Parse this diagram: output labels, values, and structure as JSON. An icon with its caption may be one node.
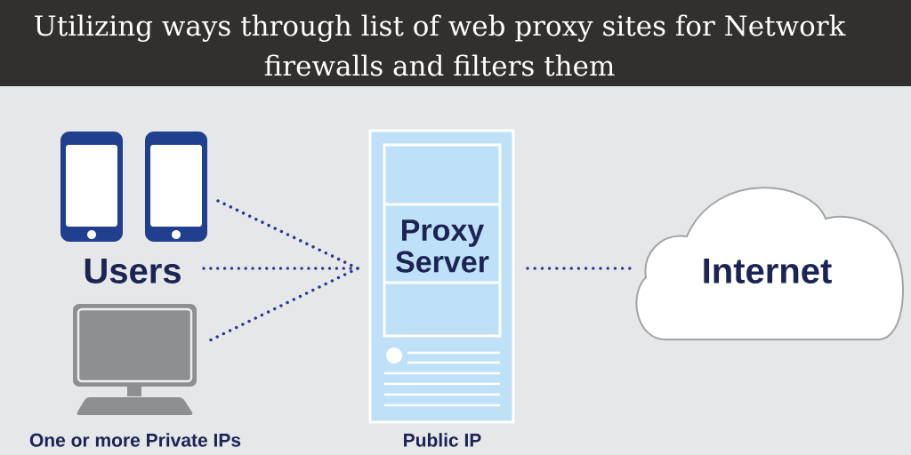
{
  "diagram": {
    "title": "Utilizing ways through list of web proxy sites for Network firewalls and filters them",
    "nodes": [
      {
        "text": [],
        "shape": "picture"
      },
      {
        "text": [
          "Users"
        ]
      },
      {
        "text": [],
        "shape": "picture",
        "beside": [
          "One or more Private IPs"
        ]
      },
      {
        "text": [
          "Proxy Server"
        ],
        "beside": [
          "Public IP"
        ]
      },
      {
        "text": [
          "Internet"
        ]
      }
    ],
    "edges": [
      {
        "from": 0,
        "to": 3,
        "arrow": "none"
      },
      {
        "from": 1,
        "to": 3,
        "arrow": "none"
      },
      {
        "from": 2,
        "to": 3,
        "arrow": "none"
      },
      {
        "from": 3,
        "to": 4,
        "arrow": "none"
      }
    ]
  }
}
